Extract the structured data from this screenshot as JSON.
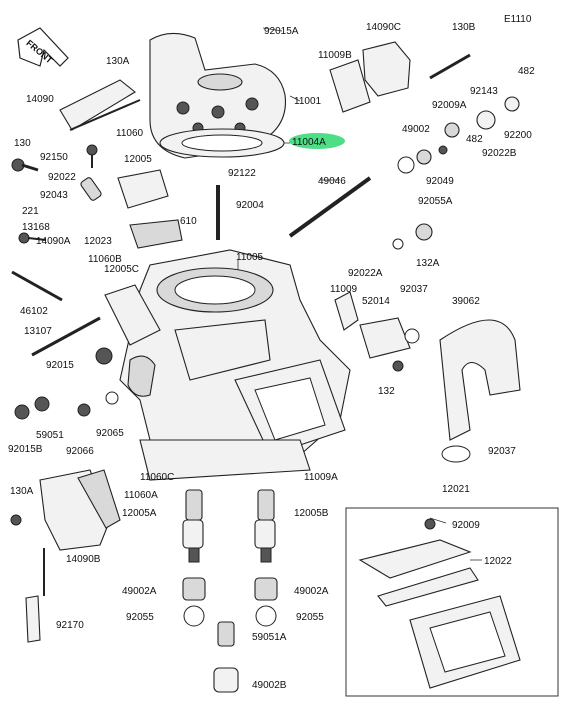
{
  "diagram_id": "E1110",
  "front_label": "FRONT",
  "labels": {
    "92015A": "92015A",
    "14090C": "14090C",
    "130B": "130B",
    "11009B": "11009B",
    "482a": "482",
    "130A_top": "130A",
    "92143": "92143",
    "92009A": "92009A",
    "14090": "14090",
    "11001": "11001",
    "49002": "49002",
    "92200": "92200",
    "11060": "11060",
    "11004A": "11004A",
    "482b": "482",
    "92022B": "92022B",
    "130": "130",
    "92150": "92150",
    "12005": "12005",
    "92049": "92049",
    "92022": "92022",
    "92122": "92122",
    "49046": "49046",
    "92055A": "92055A",
    "92043": "92043",
    "221": "221",
    "13168": "13168",
    "92004": "92004",
    "14090A": "14090A",
    "610": "610",
    "12023": "12023",
    "11005": "11005",
    "92022A": "92022A",
    "11060B": "11060B",
    "12005C": "12005C",
    "132A": "132A",
    "11009": "11009",
    "92037a": "92037",
    "52014": "52014",
    "39062": "39062",
    "46102": "46102",
    "13107": "13107",
    "92015": "92015",
    "132": "132",
    "59051": "59051",
    "92015B": "92015B",
    "92066": "92066",
    "92065": "92065",
    "11009A": "11009A",
    "92037b": "92037",
    "11060C": "11060C",
    "12021": "12021",
    "130A_bottom": "130A",
    "11060A": "11060A",
    "12005A": "12005A",
    "12005B": "12005B",
    "92009": "92009",
    "14090B": "14090B",
    "12022": "12022",
    "49002A_left": "49002A",
    "49002A_right": "49002A",
    "92055_left": "92055",
    "92055_right": "92055",
    "92170": "92170",
    "59051A": "59051A",
    "49002B": "49002B"
  },
  "colors": {
    "highlight": "#2fd870",
    "line": "#222222"
  }
}
